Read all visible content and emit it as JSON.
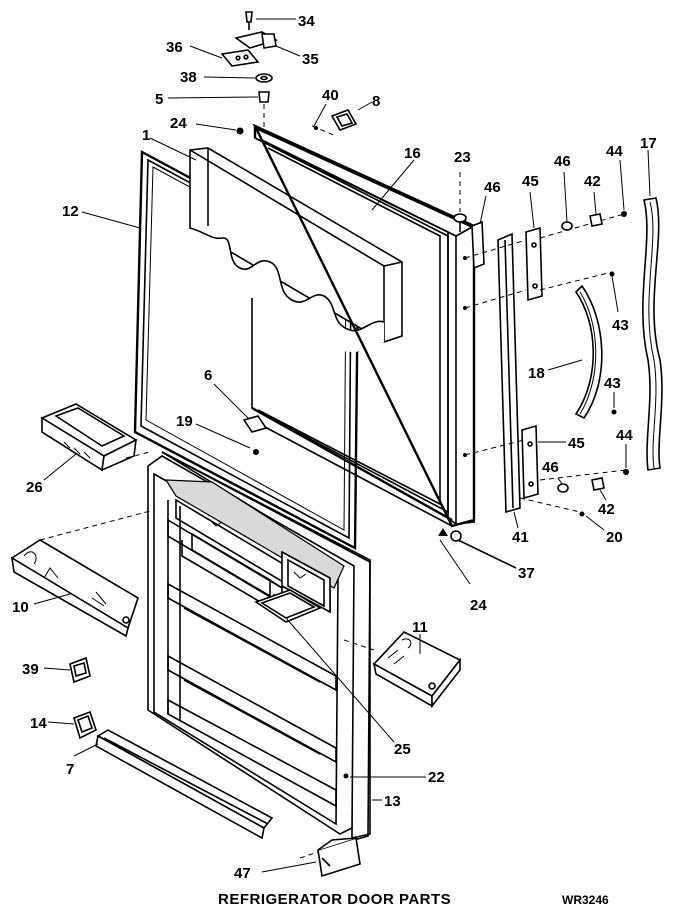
{
  "caption": "REFRIGERATOR DOOR PARTS",
  "drawing_code": "WR3246",
  "callouts": {
    "c1": "1",
    "c5": "5",
    "c6": "6",
    "c7": "7",
    "c8": "8",
    "c10": "10",
    "c11": "11",
    "c12": "12",
    "c13": "13",
    "c14": "14",
    "c16": "16",
    "c17": "17",
    "c18": "18",
    "c19": "19",
    "c20": "20",
    "c22": "22",
    "c23": "23",
    "c24a": "24",
    "c24b": "24",
    "c25": "25",
    "c26": "26",
    "c34": "34",
    "c35": "35",
    "c36": "36",
    "c37": "37",
    "c38": "38",
    "c39": "39",
    "c40": "40",
    "c41": "41",
    "c42a": "42",
    "c42b": "42",
    "c43a": "43",
    "c43b": "43",
    "c44a": "44",
    "c44b": "44",
    "c45a": "45",
    "c45b": "45",
    "c46a": "46",
    "c46b": "46",
    "c46c": "46",
    "c47": "47"
  }
}
